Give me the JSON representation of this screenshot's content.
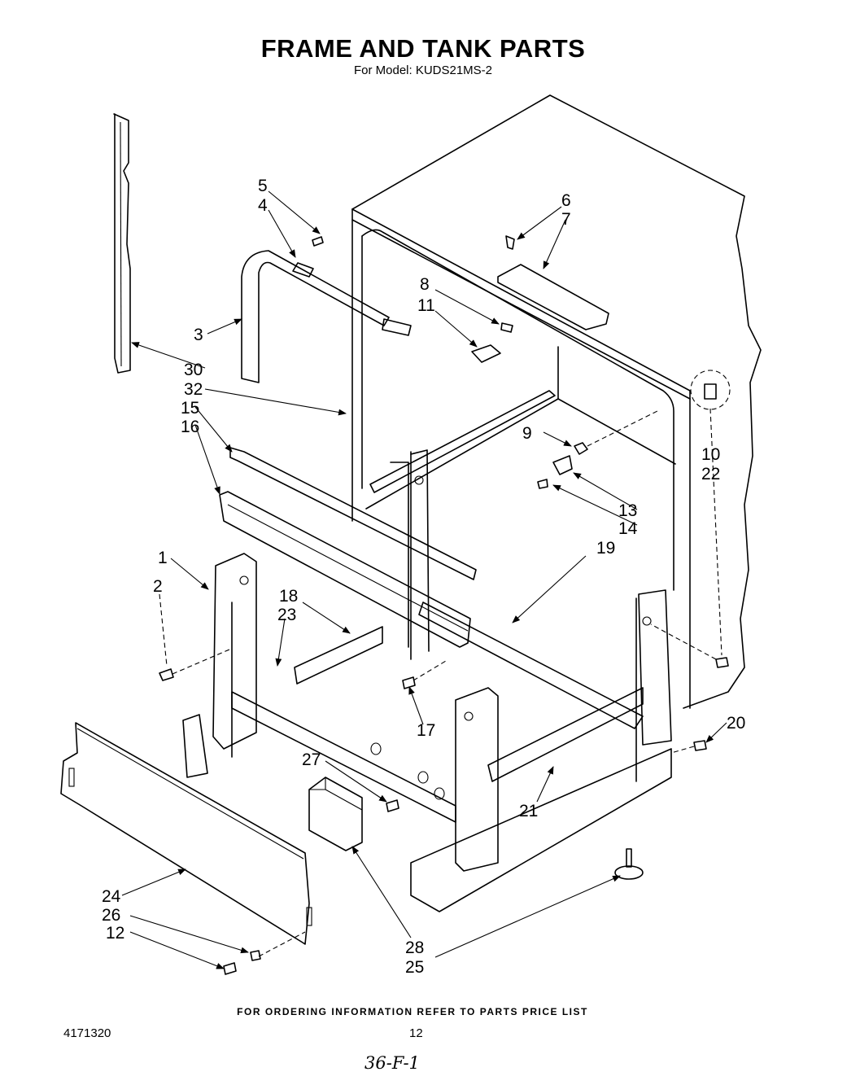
{
  "header": {
    "title": "FRAME AND TANK PARTS",
    "subtitle": "For Model: KUDS21MS-2"
  },
  "callouts": {
    "c1": "1",
    "c2": "2",
    "c3": "3",
    "c4": "4",
    "c5": "5",
    "c6": "6",
    "c7": "7",
    "c8": "8",
    "c9": "9",
    "c10": "10",
    "c11": "11",
    "c12": "12",
    "c13": "13",
    "c14": "14",
    "c15": "15",
    "c16": "16",
    "c17": "17",
    "c18": "18",
    "c19": "19",
    "c20": "20",
    "c21": "21",
    "c22": "22",
    "c23": "23",
    "c24": "24",
    "c25": "25",
    "c26": "26",
    "c27": "27",
    "c28": "28",
    "c30": "30",
    "c32": "32"
  },
  "footer": {
    "ordering_note": "FOR ORDERING INFORMATION REFER TO PARTS PRICE LIST",
    "document_number": "4171320",
    "page_number": "12",
    "handwritten_note": "36-F-1"
  }
}
